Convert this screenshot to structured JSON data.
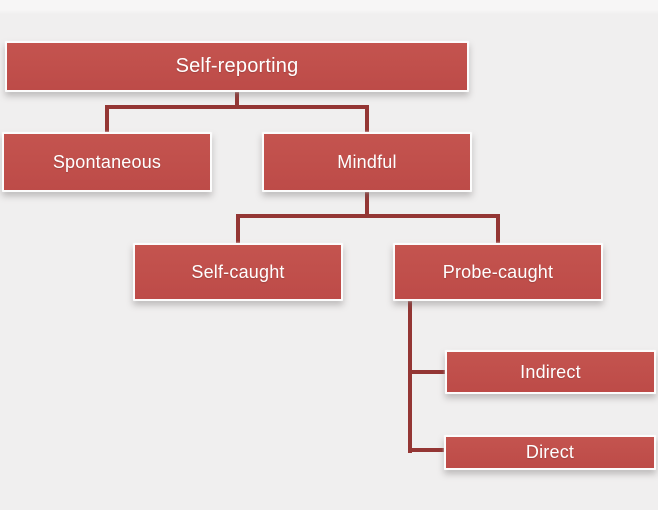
{
  "diagram": {
    "nodes": {
      "self_reporting": {
        "label": "Self-reporting"
      },
      "spontaneous": {
        "label": "Spontaneous"
      },
      "mindful": {
        "label": "Mindful"
      },
      "self_caught": {
        "label": "Self-caught"
      },
      "probe_caught": {
        "label": "Probe-caught"
      },
      "indirect": {
        "label": "Indirect"
      },
      "direct": {
        "label": "Direct"
      }
    },
    "hierarchy": {
      "label": "Self-reporting",
      "children": [
        {
          "label": "Spontaneous",
          "children": []
        },
        {
          "label": "Mindful",
          "children": [
            {
              "label": "Self-caught",
              "children": []
            },
            {
              "label": "Probe-caught",
              "children": [
                {
                  "label": "Indirect",
                  "children": []
                },
                {
                  "label": "Direct",
                  "children": []
                }
              ]
            }
          ]
        }
      ]
    },
    "colors": {
      "node_fill": "#c0504d",
      "node_border": "#ffffff",
      "node_text": "#ffffff",
      "connector": "#943634",
      "background": "#f0efef"
    }
  }
}
